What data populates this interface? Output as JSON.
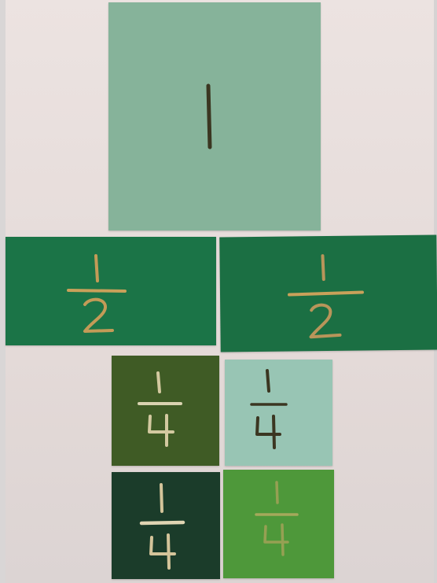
{
  "cards": {
    "whole": {
      "numeral": "1",
      "color": "#86b39a"
    },
    "half_left": {
      "numerator": "1",
      "denominator": "2",
      "color": "#1b7447"
    },
    "half_right": {
      "numerator": "1",
      "denominator": "2",
      "color": "#1b6f43"
    },
    "quarter_1": {
      "numerator": "1",
      "denominator": "4",
      "color": "#3f5b25"
    },
    "quarter_2": {
      "numerator": "1",
      "denominator": "4",
      "color": "#98c5b4"
    },
    "quarter_3": {
      "numerator": "1",
      "denominator": "4",
      "color": "#1b3c2a"
    },
    "quarter_4": {
      "numerator": "1",
      "denominator": "4",
      "color": "#4e983a"
    }
  },
  "colors": {
    "background_wall": "#e8dfdd",
    "gold_ink": "#c9a15a",
    "dark_ink": "#3b3621"
  }
}
